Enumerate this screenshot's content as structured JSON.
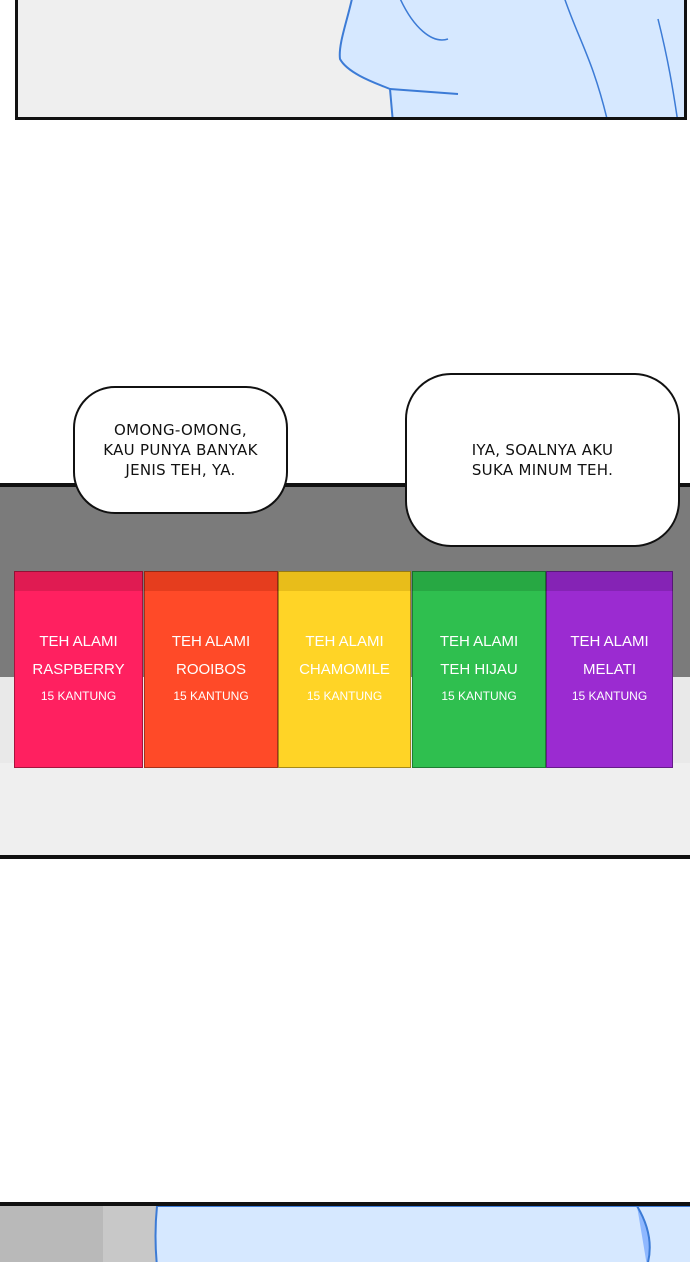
{
  "bubbles": {
    "first": "OMONG-OMONG,\nKAU PUNYA BANYAK\nJENIS TEH, YA.",
    "second": "IYA, SOALNYA AKU\nSUKA MINUM TEH."
  },
  "tea_boxes": [
    {
      "line1": "TEH ALAMI",
      "line2": "RASPBERRY",
      "line3": "15 KANTUNG",
      "color": "#ff2060",
      "top_color": "#e01b52"
    },
    {
      "line1": "TEH ALAMI",
      "line2": "ROOIBOS",
      "line3": "15 KANTUNG",
      "color": "#ff4a28",
      "top_color": "#e53d1e"
    },
    {
      "line1": "TEH ALAMI",
      "line2": "CHAMOMILE",
      "line3": "15 KANTUNG",
      "color": "#ffd426",
      "top_color": "#e8bd1a"
    },
    {
      "line1": "TEH ALAMI",
      "line2": "TEH HIJAU",
      "line3": "15 KANTUNG",
      "color": "#2fbf4f",
      "top_color": "#27a843"
    },
    {
      "line1": "TEH ALAMI",
      "line2": "MELATI",
      "line3": "15 KANTUNG",
      "color": "#9b2bd1",
      "top_color": "#8523b5"
    }
  ]
}
